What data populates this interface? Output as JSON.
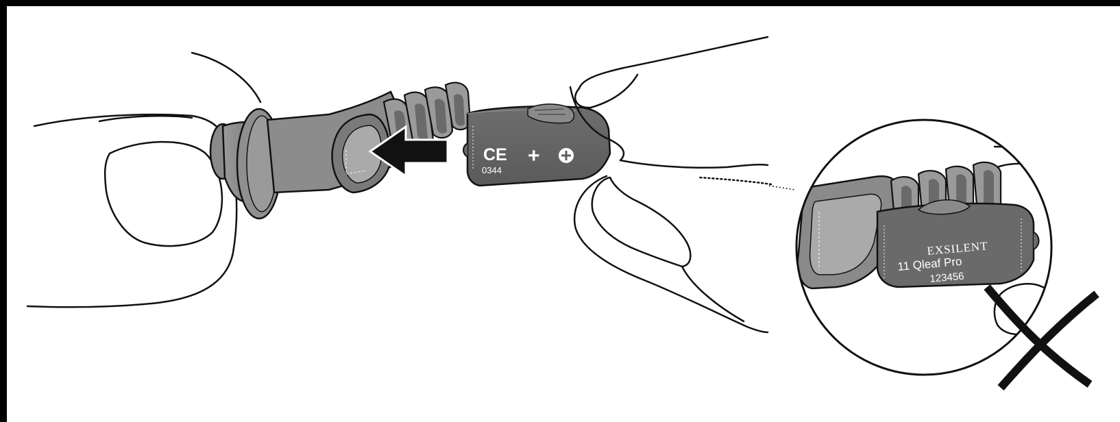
{
  "device_labels": {
    "ce_mark": "CE",
    "ce_number": "0344",
    "plus_sign": "+",
    "plus_circle": "⊕"
  },
  "inset_labels": {
    "brand": "EXSILENT",
    "model": "11 Qleaf Pro",
    "serial": "123456"
  },
  "colors": {
    "background": "#000000",
    "canvas": "#ffffff",
    "device_gray": "#6a6a6a",
    "dome_gray": "#8a8a8a",
    "outline": "#111111",
    "arrow": "#111111"
  },
  "icons": {
    "arrow": "arrow-left-icon",
    "cross": "x-mark-icon"
  }
}
